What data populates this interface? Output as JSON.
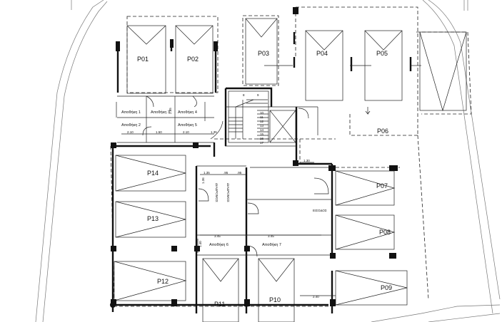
{
  "parking_spaces": [
    "P01",
    "P02",
    "P03",
    "P04",
    "P05",
    "P06",
    "P07",
    "P08",
    "P09",
    "P10",
    "P11",
    "P12",
    "P13",
    "P14"
  ],
  "storage_rooms": [
    "Αποθήκη 1",
    "Αποθήκη 2",
    "Αποθήκη 3",
    "Αποθήκη 4",
    "Αποθήκη 5",
    "Αποθήκη 6",
    "Αποθήκη 7"
  ],
  "corridor_label": "ΔΙΑΔΡΟΜΟΣ",
  "entrance_label": "ΕΙΣΟΔΟΣ",
  "stair_steps": [
    "8",
    "9",
    "10",
    "11",
    "12",
    "13",
    "14",
    "15",
    "16",
    "17"
  ],
  "dimensions": {
    "d_210_a": "2.10",
    "d_150": "1.50",
    "d_210_b": "2.10",
    "d_135_a": "1.35",
    "d_135_b": "1.35",
    "d_095_a": ".95",
    "d_095_b": ".95",
    "d_130": "1.30",
    "d_345_a": "3.45",
    "d_345_b": "3.45",
    "d_140": "1.40",
    "d_240": "2.40",
    "d_136": "1.36",
    "d_285": "2.85"
  }
}
